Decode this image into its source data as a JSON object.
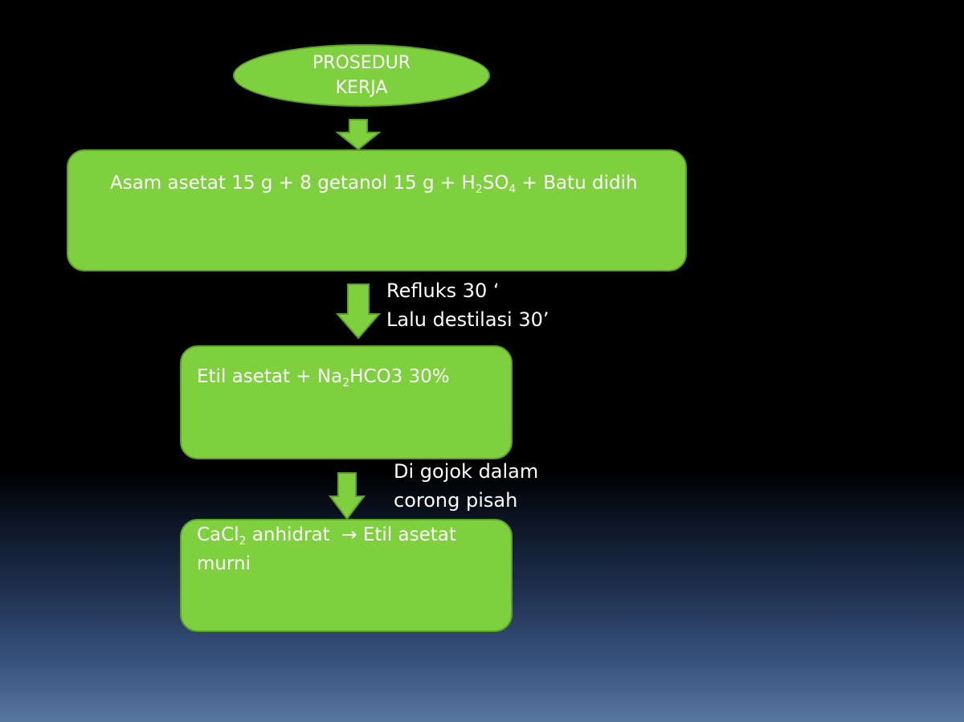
{
  "start": {
    "line1": "PROSEDUR",
    "line2": "KERJA"
  },
  "step1": {
    "part_a": "Asam asetat 15 g + 8 getanol 15 g + H",
    "sub_a": "2",
    "part_b": "SO",
    "sub_b": "4",
    "part_c": " + Batu didih"
  },
  "arrow2_label": {
    "line1": "Refluks 30 ‘",
    "line2": "Lalu destilasi 30’"
  },
  "step2": {
    "part_a": "Etil asetat + Na",
    "sub_a": "2",
    "part_b": "HCO3 30%"
  },
  "arrow3_label": {
    "line1": "Di gojok  dalam",
    "line2": "corong pisah"
  },
  "step3": {
    "part_a": "CaCl",
    "sub_a": "2",
    "part_b": " anhidrat  ",
    "arrow_glyph": "→",
    "part_c": " Etil asetat",
    "line2": "murni"
  },
  "colors": {
    "box_fill": "#7ed03f",
    "box_border": "#5e9f2d",
    "text": "#ffffff"
  }
}
